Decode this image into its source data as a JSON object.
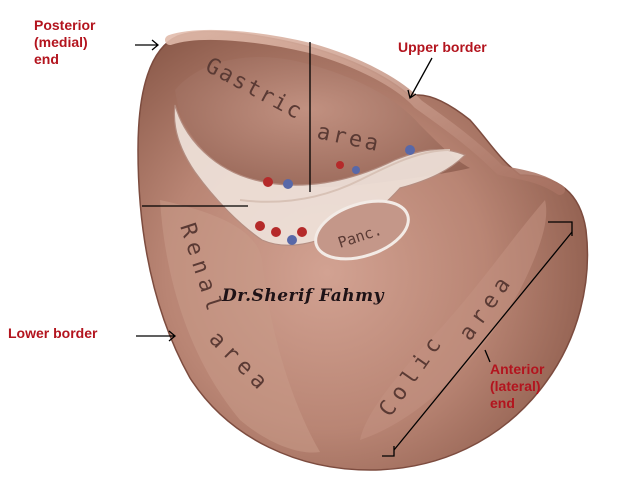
{
  "labels": {
    "posterior": [
      "Posterior",
      "(medial)",
      "end"
    ],
    "upper_border": "Upper border",
    "lower_border": "Lower border",
    "anterior": [
      "Anterior",
      "(lateral)",
      "end"
    ]
  },
  "area_labels": {
    "gastric": "Gastric",
    "gastric_area": "area",
    "renal": "Renal",
    "renal_area": "area",
    "colic": "Colic",
    "colic_area": "area",
    "panc": "Panc."
  },
  "watermark": "Dr.Sherif Fahmy",
  "colors": {
    "label_red": "#b3141e",
    "organ_base": "#b98574",
    "organ_dark": "#8c5a4c",
    "organ_light": "#d7ad9c",
    "hilum_white": "#f2e8e2",
    "vessel_red": "#b52a2a",
    "vessel_blue": "#5868a8",
    "leader_black": "#000000",
    "watermark": "#1e1216"
  }
}
